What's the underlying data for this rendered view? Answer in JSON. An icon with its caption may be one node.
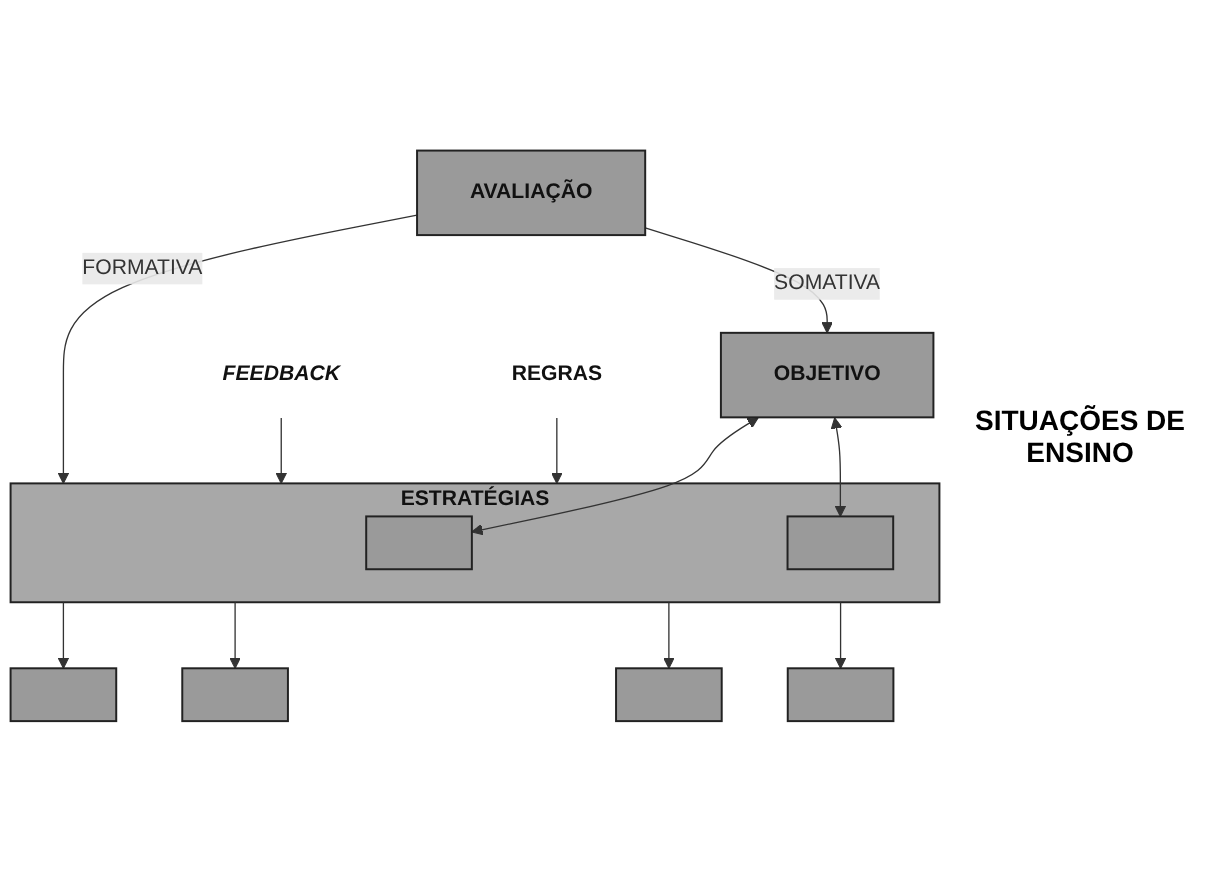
{
  "diagram": {
    "nodes": [
      {
        "text": [
          "OBJETIVO"
        ]
      },
      {
        "text": [
          "REGRAS"
        ]
      },
      {
        "text": [
          "FEEDBACK"
        ]
      },
      {
        "text": [
          "ESTRATÉGIAS"
        ]
      },
      {
        "text": [],
        "shape": "box",
        "in": 3
      },
      {
        "text": [],
        "shape": "box",
        "in": 3
      },
      {
        "text": [
          "AVALIAÇÃO"
        ]
      },
      {
        "text": [],
        "shape": "box"
      },
      {
        "text": [],
        "shape": "box"
      },
      {
        "text": [],
        "shape": "box"
      },
      {
        "text": [],
        "shape": "box"
      }
    ],
    "edges": [
      {
        "from": 0,
        "to": 4,
        "arrow": "both"
      },
      {
        "from": 0,
        "to": 5,
        "arrow": "both"
      },
      {
        "from": 6,
        "to": 0,
        "arrow": "to",
        "label": "SOMATIVA"
      },
      {
        "from": 1,
        "to": 3,
        "arrow": "to"
      },
      {
        "from": 2,
        "to": 3,
        "arrow": "to"
      },
      {
        "from": 6,
        "to": 3,
        "arrow": "to",
        "label": "FORMATIVA"
      },
      {
        "from": 3,
        "to": 7,
        "arrow": "to"
      },
      {
        "from": 3,
        "to": 8,
        "arrow": "to"
      },
      {
        "from": 3,
        "to": 9,
        "arrow": "to"
      },
      {
        "from": 3,
        "to": 10,
        "arrow": "to"
      }
    ],
    "labels": [
      "SITUAÇÕES DE ENSINO"
    ]
  }
}
